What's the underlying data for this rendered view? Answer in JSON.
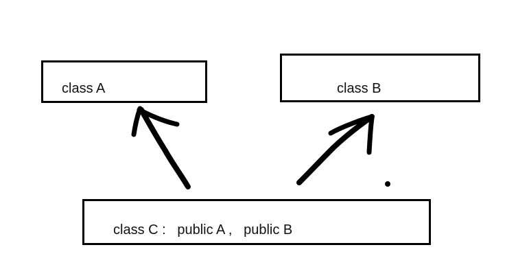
{
  "diagram": {
    "nodes": [
      {
        "id": "A",
        "label": "class A"
      },
      {
        "id": "B",
        "label": "class B"
      },
      {
        "id": "C",
        "label": "class C :   public A ,   public B"
      }
    ],
    "edges": [
      {
        "from": "C",
        "to": "A"
      },
      {
        "from": "C",
        "to": "B"
      }
    ],
    "colors": {
      "stroke": "#000000",
      "background": "#ffffff"
    }
  }
}
